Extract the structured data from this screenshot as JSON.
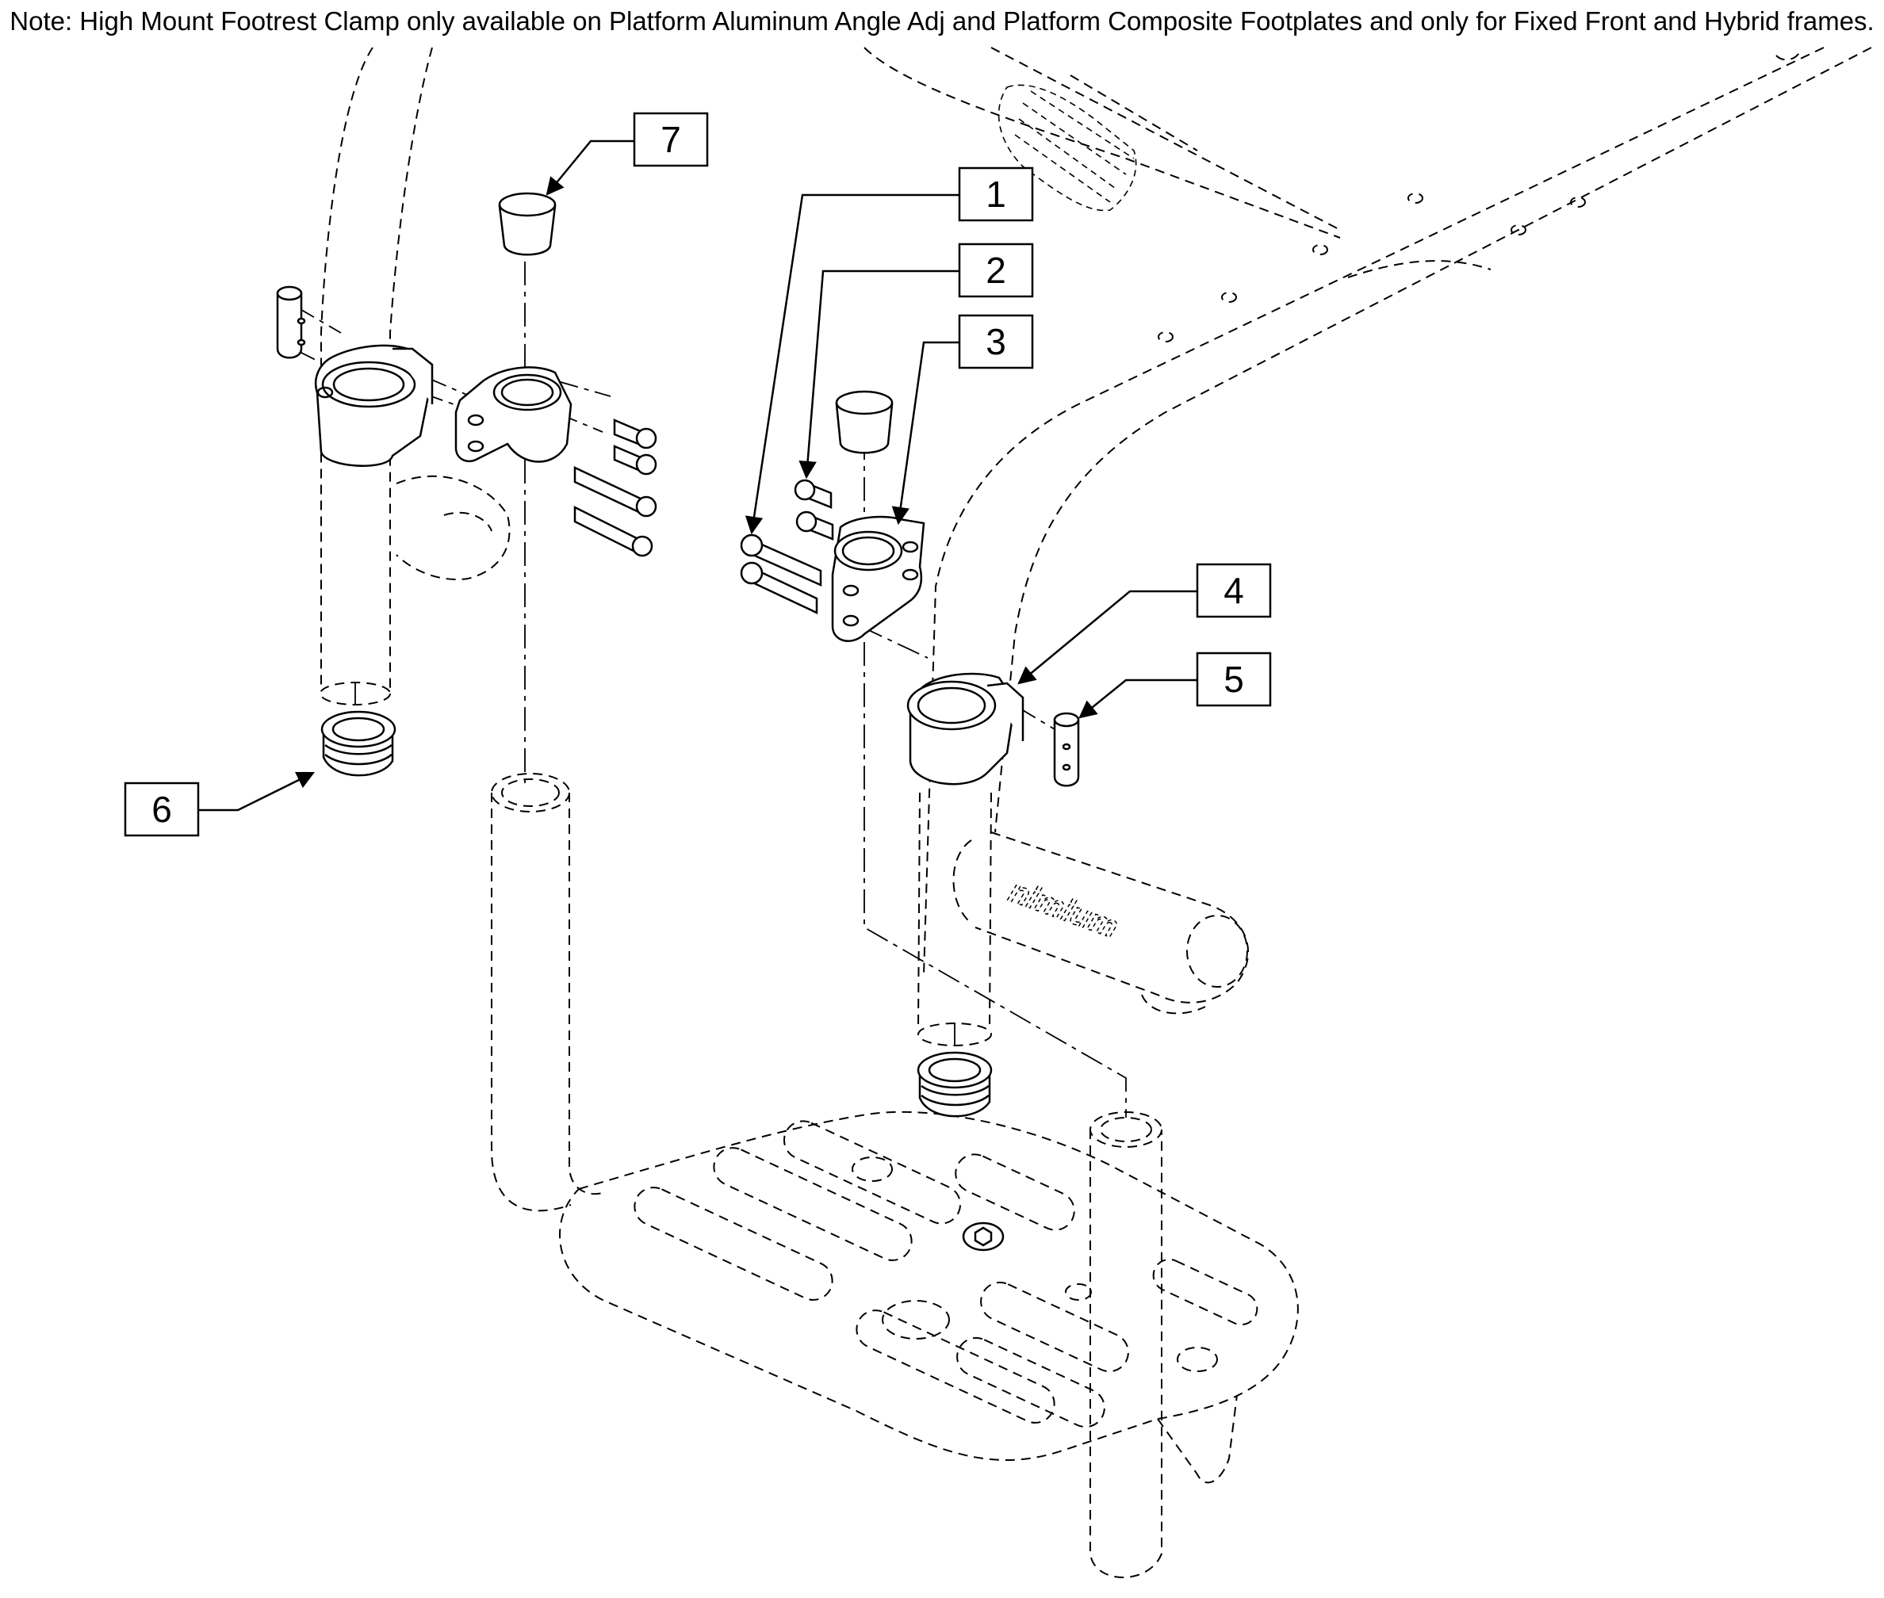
{
  "note": "Note: High Mount Footrest Clamp only available on Platform Aluminum Angle Adj and Platform Composite Footplates and only for Fixed Front and Hybrid frames.",
  "callouts": [
    {
      "label": "1"
    },
    {
      "label": "2"
    },
    {
      "label": "3"
    },
    {
      "label": "4"
    },
    {
      "label": "5"
    },
    {
      "label": "6"
    },
    {
      "label": "7"
    }
  ],
  "frame_logo_text": "nimium"
}
